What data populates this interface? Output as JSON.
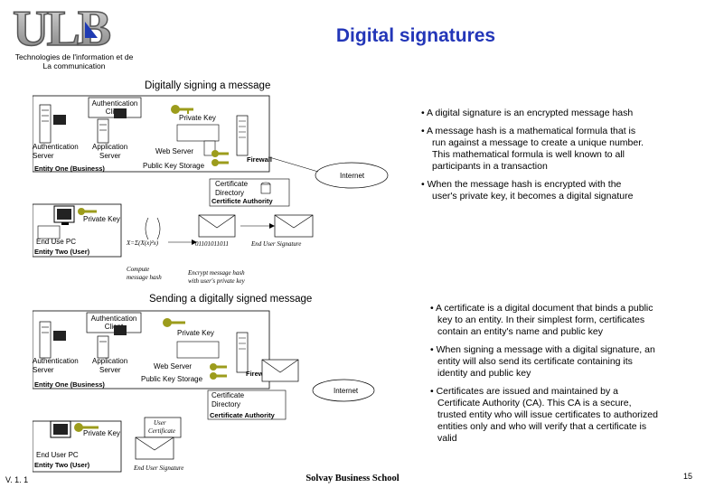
{
  "header": {
    "logo_text": "ULB",
    "logo_sub_line1": "Technologies de l'information et de",
    "logo_sub_line2": "La communication",
    "title": "Digital signatures"
  },
  "section1": {
    "heading": "Digitally signing a message",
    "bullets": [
      [
        "• A digital signature is an encrypted message hash"
      ],
      [
        "• A message hash is a mathematical formula that is",
        "run against a message to create a unique number.",
        "This mathematical formula is well known to all",
        "participants in a transaction"
      ],
      [
        "• When the message hash is encrypted with the",
        "user's private key, it becomes a digital signature"
      ]
    ],
    "diagram": {
      "auth_client": [
        "Authentication",
        "Client"
      ],
      "private_key_1": "Private Key",
      "auth_server": [
        "Authentication",
        "Server"
      ],
      "app_server": [
        "Application",
        "Server"
      ],
      "web_server": "Web Server",
      "firewall": "Firewall",
      "public_key_storage": "Public Key Storage",
      "entity_one": "Entity One (Business)",
      "internet": "Internet",
      "cert_directory": [
        "Certificate",
        "Directory"
      ],
      "cert_authority": "Certificte Authority",
      "private_key_2": "Private Key",
      "end_user_pc": "End Use PC",
      "entity_two": "Entity Two (User)",
      "formula": "X=Σ(X(x)²x)",
      "binary": "01101011011",
      "end_user_sig": "End User Signature",
      "compute_hash": [
        "Compute",
        "message hash"
      ],
      "encrypt_hash": [
        "Encrypt message hash",
        "with user's private key"
      ]
    }
  },
  "section2": {
    "heading": "Sending a digitally signed message",
    "bullets": [
      [
        "• A certificate is a digital document that binds a public",
        "key to an entity. In their simplest form, certificates",
        "contain an entity's name and public key"
      ],
      [
        "• When signing a message with a digital signature, an",
        "entity will also send its certificate containing its",
        "identity and public key"
      ],
      [
        "• Certificates are issued and maintained by a",
        "Certificate Authority (CA). This CA is a secure,",
        "trusted entity who will issue certificates to authorized",
        "entities only and who will verify that a certificate is",
        "valid"
      ]
    ],
    "diagram": {
      "auth_client": [
        "Authentication",
        "Client"
      ],
      "private_key_1": "Private Key",
      "auth_server": [
        "Authentication",
        "Server"
      ],
      "app_server": [
        "Application",
        "Server"
      ],
      "web_server": "Web Server",
      "firewall": "Firewall",
      "public_key_storage": "Public Key Storage",
      "entity_one": "Entity One (Business)",
      "internet": "Internet",
      "cert_directory": [
        "Certificate",
        "Directory"
      ],
      "cert_authority": "Certificate Authority",
      "user_cert": [
        "User",
        "Certificate"
      ],
      "private_key_2": "Private Key",
      "end_user_pc": "End User PC",
      "entity_two": "Entity Two (User)",
      "end_user_sig": "End User Signature"
    }
  },
  "footer": {
    "version": "V. 1. 1",
    "school": "Solvay Business School",
    "page": "15"
  }
}
